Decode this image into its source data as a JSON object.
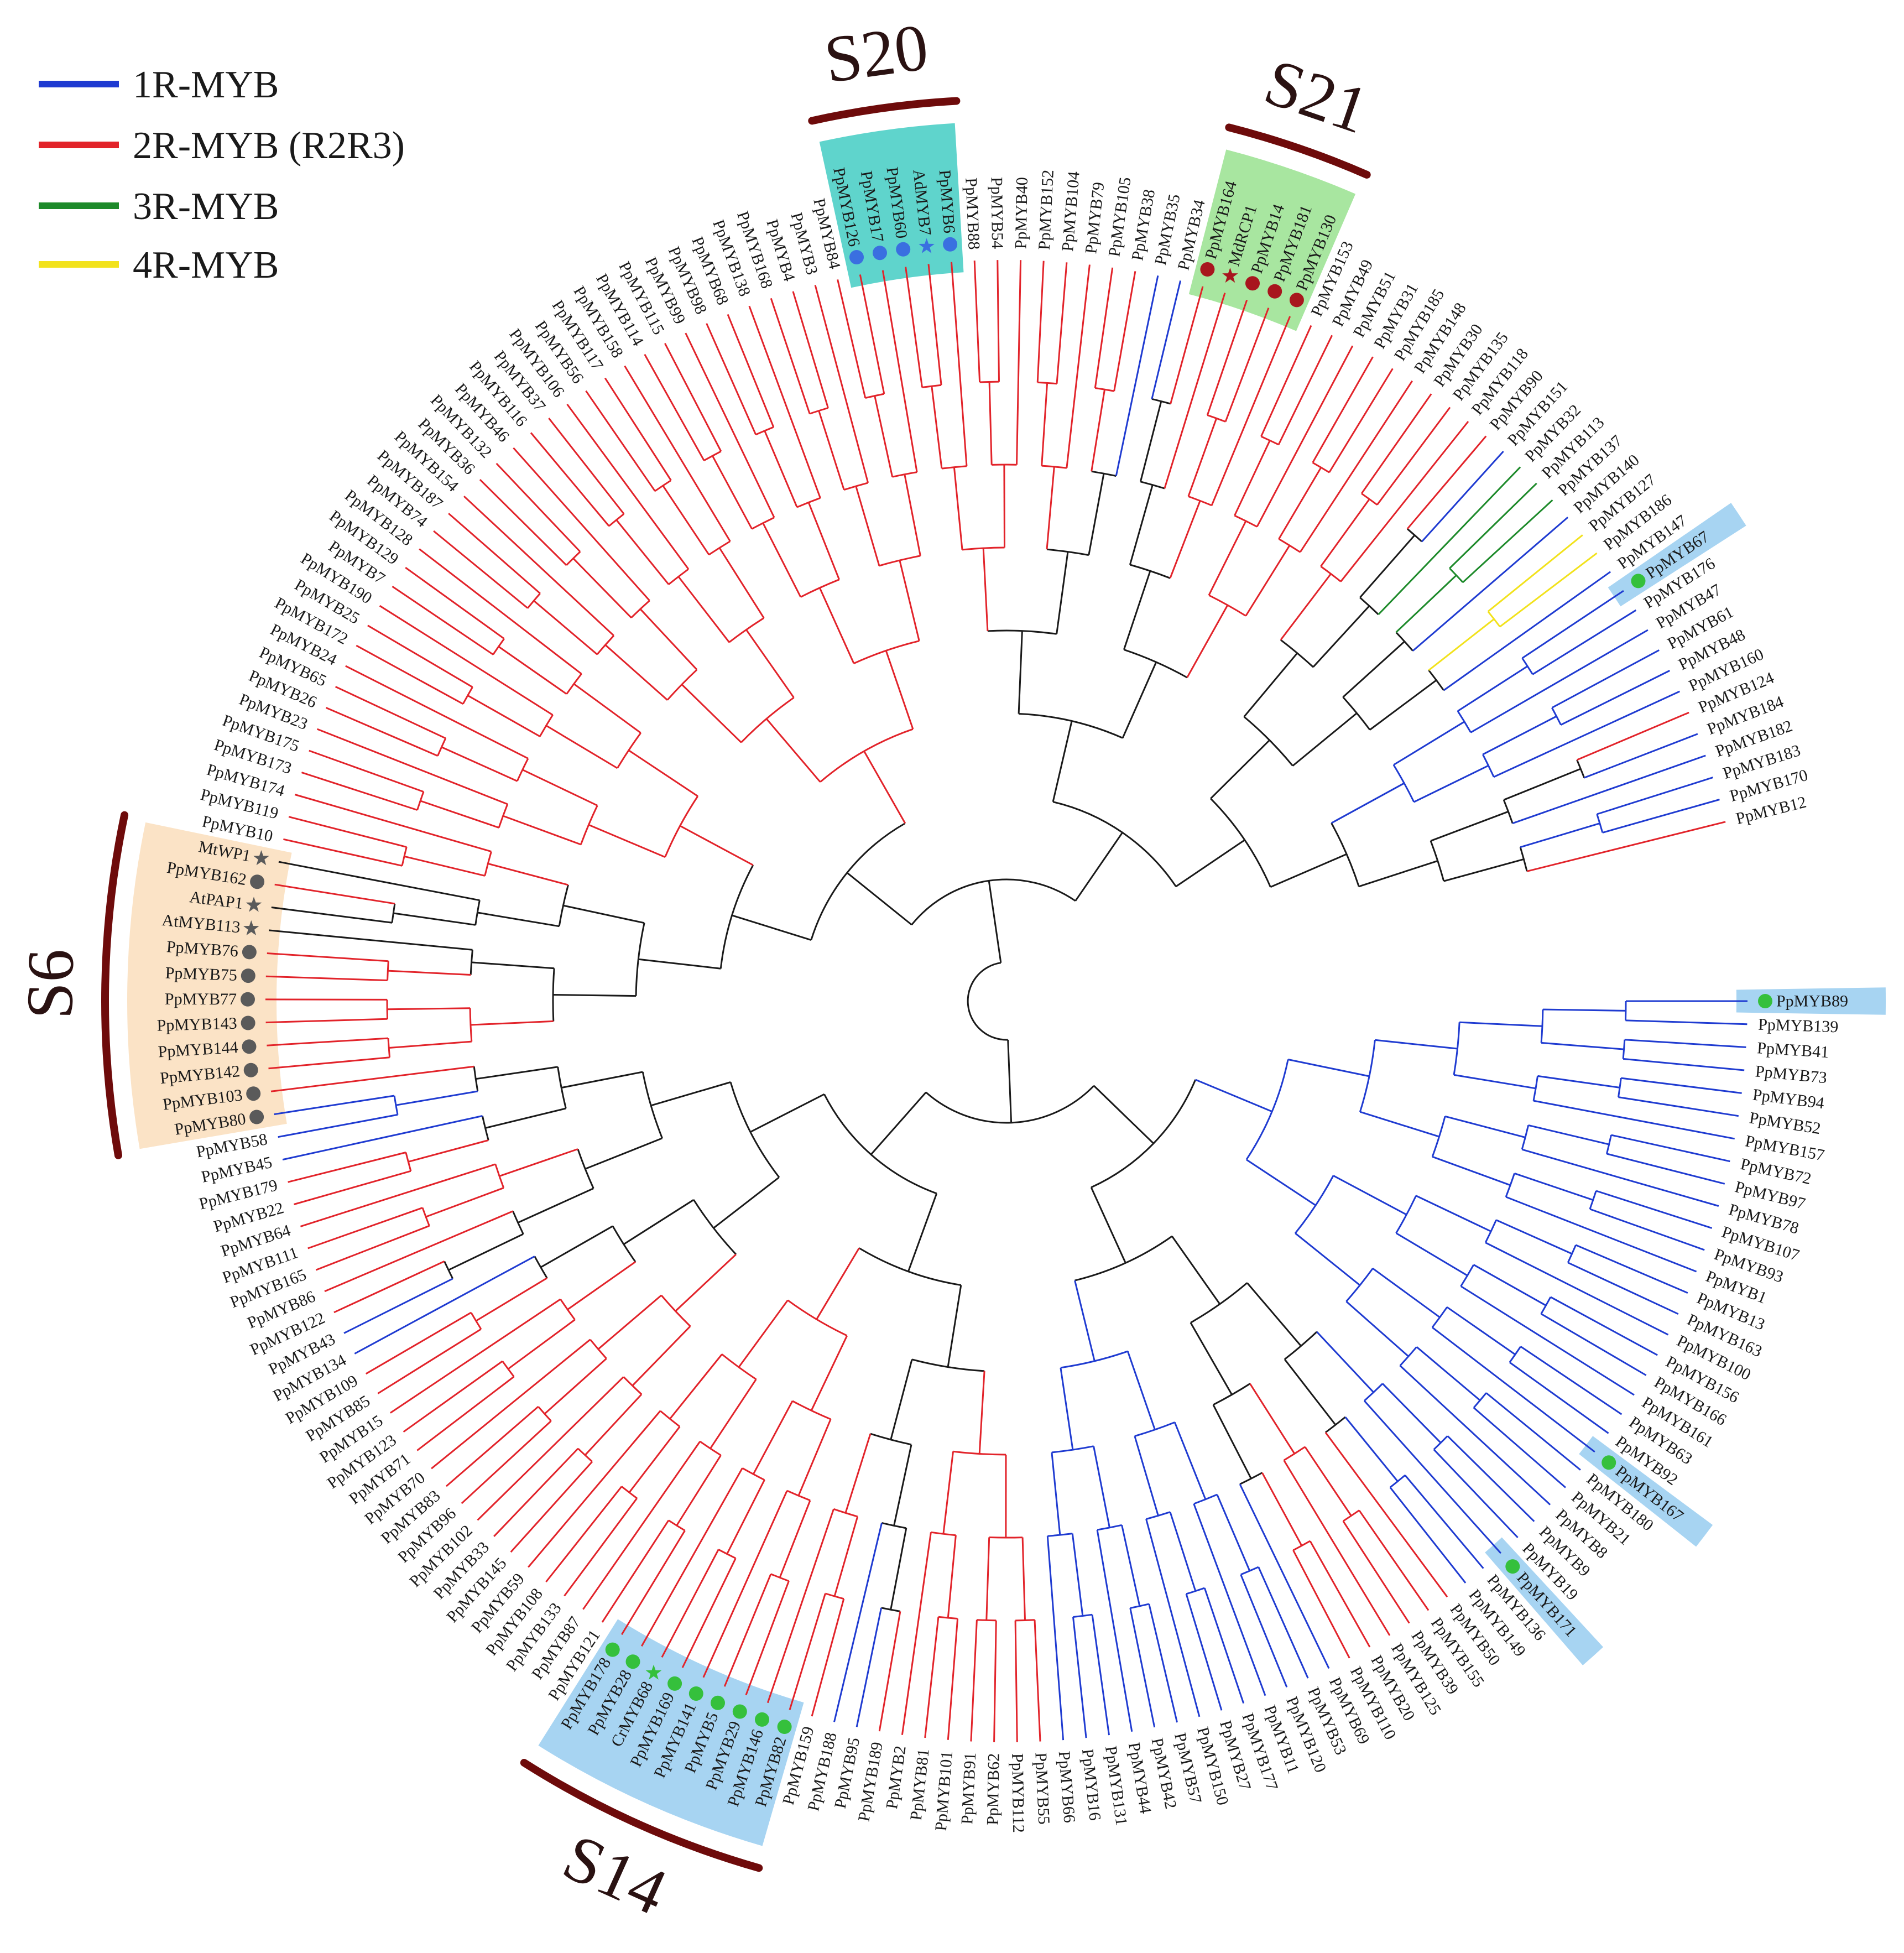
{
  "legend": [
    {
      "label": "1R-MYB",
      "color": "#1f3bd1"
    },
    {
      "label": "2R-MYB (R2R3)",
      "color": "#e2232a"
    },
    {
      "label": "3R-MYB",
      "color": "#1d8a2a"
    },
    {
      "label": "4R-MYB",
      "color": "#f2e21c"
    }
  ],
  "colors": {
    "1R": "#1f3bd1",
    "2R": "#e2232a",
    "3R": "#1d8a2a",
    "4R": "#f2e21c",
    "unassigned": "#1a1a1a",
    "group_bar": "#6e0b0b",
    "S6_bg": "#fbe3c6",
    "S20_bg": "#5fd4cc",
    "S21_bg": "#a8e6a0",
    "S14_bg": "#a7d4f2",
    "single_bg": "#a7d4f2",
    "marker_red": "#a8161e",
    "marker_blue": "#3a6fe0",
    "marker_gray": "#5a5a5a",
    "marker_green": "#35c03c"
  },
  "groups": [
    {
      "name": "S20",
      "highlight": "S20_bg"
    },
    {
      "name": "S21",
      "highlight": "S21_bg"
    },
    {
      "name": "S6",
      "highlight": "S6_bg"
    },
    {
      "name": "S14",
      "highlight": "S14_bg"
    }
  ],
  "leaves": [
    {
      "name": "PpMYB89",
      "cls": "1R",
      "marker": "circle",
      "mc": "marker_green",
      "hl": "single_bg"
    },
    {
      "name": "PpMYB139",
      "cls": "1R"
    },
    {
      "name": "PpMYB41",
      "cls": "1R"
    },
    {
      "name": "PpMYB73",
      "cls": "1R"
    },
    {
      "name": "PpMYB94",
      "cls": "1R"
    },
    {
      "name": "PpMYB52",
      "cls": "1R"
    },
    {
      "name": "PpMYB157",
      "cls": "1R"
    },
    {
      "name": "PpMYB72",
      "cls": "1R"
    },
    {
      "name": "PpMYB97",
      "cls": "1R"
    },
    {
      "name": "PpMYB78",
      "cls": "1R"
    },
    {
      "name": "PpMYB107",
      "cls": "1R"
    },
    {
      "name": "PpMYB93",
      "cls": "1R"
    },
    {
      "name": "PpMYB1",
      "cls": "1R"
    },
    {
      "name": "PpMYB13",
      "cls": "1R"
    },
    {
      "name": "PpMYB163",
      "cls": "1R"
    },
    {
      "name": "PpMYB100",
      "cls": "1R"
    },
    {
      "name": "PpMYB156",
      "cls": "1R"
    },
    {
      "name": "PpMYB166",
      "cls": "1R"
    },
    {
      "name": "PpMYB161",
      "cls": "1R"
    },
    {
      "name": "PpMYB63",
      "cls": "1R"
    },
    {
      "name": "PpMYB92",
      "cls": "1R"
    },
    {
      "name": "PpMYB167",
      "cls": "1R",
      "marker": "circle",
      "mc": "marker_green",
      "hl": "single_bg"
    },
    {
      "name": "PpMYB180",
      "cls": "1R"
    },
    {
      "name": "PpMYB21",
      "cls": "1R"
    },
    {
      "name": "PpMYB8",
      "cls": "1R"
    },
    {
      "name": "PpMYB9",
      "cls": "1R"
    },
    {
      "name": "PpMYB19",
      "cls": "1R"
    },
    {
      "name": "PpMYB171",
      "cls": "1R",
      "marker": "circle",
      "mc": "marker_green",
      "hl": "single_bg"
    },
    {
      "name": "PpMYB136",
      "cls": "1R"
    },
    {
      "name": "PpMYB149",
      "cls": "1R"
    },
    {
      "name": "PpMYB50",
      "cls": "2R"
    },
    {
      "name": "PpMYB155",
      "cls": "2R"
    },
    {
      "name": "PpMYB39",
      "cls": "2R"
    },
    {
      "name": "PpMYB125",
      "cls": "2R"
    },
    {
      "name": "PpMYB20",
      "cls": "2R"
    },
    {
      "name": "PpMYB110",
      "cls": "2R"
    },
    {
      "name": "PpMYB69",
      "cls": "1R"
    },
    {
      "name": "PpMYB53",
      "cls": "1R"
    },
    {
      "name": "PpMYB120",
      "cls": "1R"
    },
    {
      "name": "PpMYB11",
      "cls": "1R"
    },
    {
      "name": "PpMYB177",
      "cls": "1R"
    },
    {
      "name": "PpMYB27",
      "cls": "1R"
    },
    {
      "name": "PpMYB150",
      "cls": "1R"
    },
    {
      "name": "PpMYB57",
      "cls": "1R"
    },
    {
      "name": "PpMYB42",
      "cls": "1R"
    },
    {
      "name": "PpMYB44",
      "cls": "1R"
    },
    {
      "name": "PpMYB131",
      "cls": "1R"
    },
    {
      "name": "PpMYB16",
      "cls": "1R"
    },
    {
      "name": "PpMYB66",
      "cls": "1R"
    },
    {
      "name": "PpMYB55",
      "cls": "2R"
    },
    {
      "name": "PpMYB112",
      "cls": "2R"
    },
    {
      "name": "PpMYB62",
      "cls": "2R"
    },
    {
      "name": "PpMYB91",
      "cls": "2R"
    },
    {
      "name": "PpMYB101",
      "cls": "2R"
    },
    {
      "name": "PpMYB81",
      "cls": "2R"
    },
    {
      "name": "PpMYB2",
      "cls": "2R"
    },
    {
      "name": "PpMYB189",
      "cls": "2R"
    },
    {
      "name": "PpMYB95",
      "cls": "1R"
    },
    {
      "name": "PpMYB188",
      "cls": "1R"
    },
    {
      "name": "PpMYB159",
      "cls": "2R"
    },
    {
      "name": "PpMYB82",
      "cls": "2R",
      "marker": "circle",
      "mc": "marker_green",
      "hl": "S14_bg"
    },
    {
      "name": "PpMYB146",
      "cls": "2R",
      "marker": "circle",
      "mc": "marker_green",
      "hl": "S14_bg"
    },
    {
      "name": "PpMYB29",
      "cls": "2R",
      "marker": "circle",
      "mc": "marker_green",
      "hl": "S14_bg"
    },
    {
      "name": "PpMYB5",
      "cls": "2R",
      "marker": "circle",
      "mc": "marker_green",
      "hl": "S14_bg"
    },
    {
      "name": "PpMYB141",
      "cls": "2R",
      "marker": "circle",
      "mc": "marker_green",
      "hl": "S14_bg"
    },
    {
      "name": "PpMYB169",
      "cls": "2R",
      "marker": "circle",
      "mc": "marker_green",
      "hl": "S14_bg"
    },
    {
      "name": "CrMYB68",
      "cls": "2R",
      "marker": "star",
      "mc": "marker_green",
      "hl": "S14_bg"
    },
    {
      "name": "PpMYB28",
      "cls": "2R",
      "marker": "circle",
      "mc": "marker_green",
      "hl": "S14_bg"
    },
    {
      "name": "PpMYB178",
      "cls": "2R",
      "marker": "circle",
      "mc": "marker_green",
      "hl": "S14_bg"
    },
    {
      "name": "PpMYB121",
      "cls": "2R"
    },
    {
      "name": "PpMYB87",
      "cls": "2R"
    },
    {
      "name": "PpMYB133",
      "cls": "2R"
    },
    {
      "name": "PpMYB108",
      "cls": "2R"
    },
    {
      "name": "PpMYB59",
      "cls": "2R"
    },
    {
      "name": "PpMYB145",
      "cls": "2R"
    },
    {
      "name": "PpMYB33",
      "cls": "2R"
    },
    {
      "name": "PpMYB102",
      "cls": "2R"
    },
    {
      "name": "PpMYB96",
      "cls": "2R"
    },
    {
      "name": "PpMYB83",
      "cls": "2R"
    },
    {
      "name": "PpMYB70",
      "cls": "2R"
    },
    {
      "name": "PpMYB71",
      "cls": "2R"
    },
    {
      "name": "PpMYB123",
      "cls": "2R"
    },
    {
      "name": "PpMYB15",
      "cls": "2R"
    },
    {
      "name": "PpMYB85",
      "cls": "2R"
    },
    {
      "name": "PpMYB109",
      "cls": "2R"
    },
    {
      "name": "PpMYB134",
      "cls": "1R"
    },
    {
      "name": "PpMYB43",
      "cls": "1R"
    },
    {
      "name": "PpMYB122",
      "cls": "2R"
    },
    {
      "name": "PpMYB86",
      "cls": "2R"
    },
    {
      "name": "PpMYB165",
      "cls": "2R"
    },
    {
      "name": "PpMYB111",
      "cls": "2R"
    },
    {
      "name": "PpMYB64",
      "cls": "2R"
    },
    {
      "name": "PpMYB22",
      "cls": "2R"
    },
    {
      "name": "PpMYB179",
      "cls": "2R"
    },
    {
      "name": "PpMYB45",
      "cls": "1R"
    },
    {
      "name": "PpMYB58",
      "cls": "1R"
    },
    {
      "name": "PpMYB80",
      "cls": "1R",
      "marker": "circle",
      "mc": "marker_gray",
      "hl": "S6_bg"
    },
    {
      "name": "PpMYB103",
      "cls": "2R",
      "marker": "circle",
      "mc": "marker_gray",
      "hl": "S6_bg"
    },
    {
      "name": "PpMYB142",
      "cls": "2R",
      "marker": "circle",
      "mc": "marker_gray",
      "hl": "S6_bg"
    },
    {
      "name": "PpMYB144",
      "cls": "2R",
      "marker": "circle",
      "mc": "marker_gray",
      "hl": "S6_bg"
    },
    {
      "name": "PpMYB143",
      "cls": "2R",
      "marker": "circle",
      "mc": "marker_gray",
      "hl": "S6_bg"
    },
    {
      "name": "PpMYB77",
      "cls": "2R",
      "marker": "circle",
      "mc": "marker_gray",
      "hl": "S6_bg"
    },
    {
      "name": "PpMYB75",
      "cls": "2R",
      "marker": "circle",
      "mc": "marker_gray",
      "hl": "S6_bg"
    },
    {
      "name": "PpMYB76",
      "cls": "2R",
      "marker": "circle",
      "mc": "marker_gray",
      "hl": "S6_bg"
    },
    {
      "name": "AtMYB113",
      "cls": "unassigned",
      "marker": "star",
      "mc": "marker_gray",
      "hl": "S6_bg"
    },
    {
      "name": "AtPAP1",
      "cls": "unassigned",
      "marker": "star",
      "mc": "marker_gray",
      "hl": "S6_bg"
    },
    {
      "name": "PpMYB162",
      "cls": "2R",
      "marker": "circle",
      "mc": "marker_gray",
      "hl": "S6_bg"
    },
    {
      "name": "MtWP1",
      "cls": "unassigned",
      "marker": "star",
      "mc": "marker_gray",
      "hl": "S6_bg"
    },
    {
      "name": "PpMYB10",
      "cls": "2R"
    },
    {
      "name": "PpMYB119",
      "cls": "2R"
    },
    {
      "name": "PpMYB174",
      "cls": "2R"
    },
    {
      "name": "PpMYB173",
      "cls": "2R"
    },
    {
      "name": "PpMYB175",
      "cls": "2R"
    },
    {
      "name": "PpMYB23",
      "cls": "2R"
    },
    {
      "name": "PpMYB26",
      "cls": "2R"
    },
    {
      "name": "PpMYB65",
      "cls": "2R"
    },
    {
      "name": "PpMYB24",
      "cls": "2R"
    },
    {
      "name": "PpMYB172",
      "cls": "2R"
    },
    {
      "name": "PpMYB25",
      "cls": "2R"
    },
    {
      "name": "PpMYB190",
      "cls": "2R"
    },
    {
      "name": "PpMYB7",
      "cls": "2R"
    },
    {
      "name": "PpMYB129",
      "cls": "2R"
    },
    {
      "name": "PpMYB128",
      "cls": "2R"
    },
    {
      "name": "PpMYB74",
      "cls": "2R"
    },
    {
      "name": "PpMYB187",
      "cls": "2R"
    },
    {
      "name": "PpMYB154",
      "cls": "2R"
    },
    {
      "name": "PpMYB36",
      "cls": "2R"
    },
    {
      "name": "PpMYB132",
      "cls": "2R"
    },
    {
      "name": "PpMYB46",
      "cls": "2R"
    },
    {
      "name": "PpMYB116",
      "cls": "2R"
    },
    {
      "name": "PpMYB37",
      "cls": "2R"
    },
    {
      "name": "PpMYB106",
      "cls": "2R"
    },
    {
      "name": "PpMYB56",
      "cls": "2R"
    },
    {
      "name": "PpMYB117",
      "cls": "2R"
    },
    {
      "name": "PpMYB158",
      "cls": "2R"
    },
    {
      "name": "PpMYB114",
      "cls": "2R"
    },
    {
      "name": "PpMYB115",
      "cls": "2R"
    },
    {
      "name": "PpMYB99",
      "cls": "2R"
    },
    {
      "name": "PpMYB98",
      "cls": "2R"
    },
    {
      "name": "PpMYB68",
      "cls": "2R"
    },
    {
      "name": "PpMYB138",
      "cls": "2R"
    },
    {
      "name": "PpMYB168",
      "cls": "2R"
    },
    {
      "name": "PpMYB4",
      "cls": "2R"
    },
    {
      "name": "PpMYB3",
      "cls": "2R"
    },
    {
      "name": "PpMYB84",
      "cls": "2R"
    },
    {
      "name": "PpMYB126",
      "cls": "2R",
      "marker": "circle",
      "mc": "marker_blue",
      "hl": "S20_bg"
    },
    {
      "name": "PpMYB17",
      "cls": "2R",
      "marker": "circle",
      "mc": "marker_blue",
      "hl": "S20_bg"
    },
    {
      "name": "PpMYB60",
      "cls": "2R",
      "marker": "circle",
      "mc": "marker_blue",
      "hl": "S20_bg"
    },
    {
      "name": "AdMYB7",
      "cls": "2R",
      "marker": "star",
      "mc": "marker_blue",
      "hl": "S20_bg"
    },
    {
      "name": "PpMYB6",
      "cls": "2R",
      "marker": "circle",
      "mc": "marker_blue",
      "hl": "S20_bg"
    },
    {
      "name": "PpMYB88",
      "cls": "2R"
    },
    {
      "name": "PpMYB54",
      "cls": "2R"
    },
    {
      "name": "PpMYB40",
      "cls": "2R"
    },
    {
      "name": "PpMYB152",
      "cls": "2R"
    },
    {
      "name": "PpMYB104",
      "cls": "2R"
    },
    {
      "name": "PpMYB79",
      "cls": "2R"
    },
    {
      "name": "PpMYB105",
      "cls": "2R"
    },
    {
      "name": "PpMYB38",
      "cls": "2R"
    },
    {
      "name": "PpMYB35",
      "cls": "1R"
    },
    {
      "name": "PpMYB34",
      "cls": "1R"
    },
    {
      "name": "PpMYB164",
      "cls": "2R",
      "marker": "circle",
      "mc": "marker_red",
      "hl": "S21_bg"
    },
    {
      "name": "MdRCP1",
      "cls": "2R",
      "marker": "star",
      "mc": "marker_red",
      "hl": "S21_bg"
    },
    {
      "name": "PpMYB14",
      "cls": "2R",
      "marker": "circle",
      "mc": "marker_red",
      "hl": "S21_bg"
    },
    {
      "name": "PpMYB181",
      "cls": "2R",
      "marker": "circle",
      "mc": "marker_red",
      "hl": "S21_bg"
    },
    {
      "name": "PpMYB130",
      "cls": "2R",
      "marker": "circle",
      "mc": "marker_red",
      "hl": "S21_bg"
    },
    {
      "name": "PpMYB153",
      "cls": "2R"
    },
    {
      "name": "PpMYB49",
      "cls": "2R"
    },
    {
      "name": "PpMYB51",
      "cls": "2R"
    },
    {
      "name": "PpMYB31",
      "cls": "2R"
    },
    {
      "name": "PpMYB185",
      "cls": "2R"
    },
    {
      "name": "PpMYB148",
      "cls": "2R"
    },
    {
      "name": "PpMYB30",
      "cls": "2R"
    },
    {
      "name": "PpMYB135",
      "cls": "2R"
    },
    {
      "name": "PpMYB118",
      "cls": "2R"
    },
    {
      "name": "PpMYB90",
      "cls": "2R"
    },
    {
      "name": "PpMYB151",
      "cls": "1R"
    },
    {
      "name": "PpMYB32",
      "cls": "3R"
    },
    {
      "name": "PpMYB113",
      "cls": "3R"
    },
    {
      "name": "PpMYB137",
      "cls": "3R"
    },
    {
      "name": "PpMYB140",
      "cls": "1R"
    },
    {
      "name": "PpMYB127",
      "cls": "4R"
    },
    {
      "name": "PpMYB186",
      "cls": "4R"
    },
    {
      "name": "PpMYB147",
      "cls": "1R"
    },
    {
      "name": "PpMYB67",
      "cls": "1R",
      "marker": "circle",
      "mc": "marker_green",
      "hl": "single_bg"
    },
    {
      "name": "PpMYB176",
      "cls": "1R"
    },
    {
      "name": "PpMYB47",
      "cls": "1R"
    },
    {
      "name": "PpMYB61",
      "cls": "1R"
    },
    {
      "name": "PpMYB48",
      "cls": "1R"
    },
    {
      "name": "PpMYB160",
      "cls": "1R"
    },
    {
      "name": "PpMYB124",
      "cls": "2R"
    },
    {
      "name": "PpMYB184",
      "cls": "1R"
    },
    {
      "name": "PpMYB182",
      "cls": "1R"
    },
    {
      "name": "PpMYB183",
      "cls": "1R"
    },
    {
      "name": "PpMYB170",
      "cls": "1R"
    },
    {
      "name": "PpMYB12",
      "cls": "2R"
    }
  ]
}
